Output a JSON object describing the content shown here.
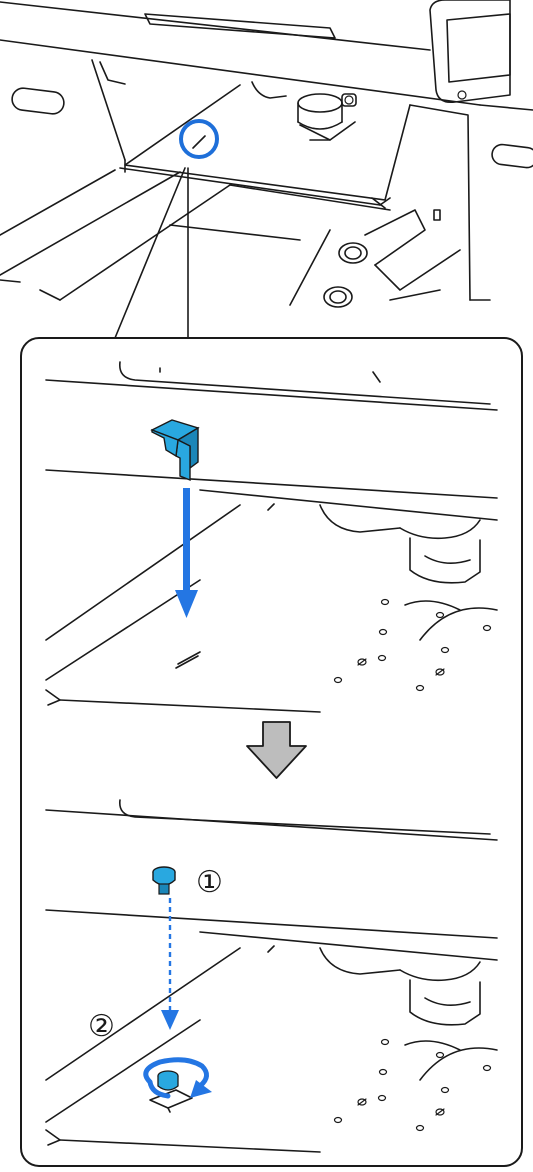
{
  "figure": {
    "callouts": [
      {
        "id": "step-1",
        "label": "①"
      },
      {
        "id": "step-2",
        "label": "②"
      }
    ],
    "colors": {
      "line": "#1a1a1a",
      "highlight": "#1e6fd9",
      "part": "#29a8e0",
      "part_shadow": "#1b86b8",
      "arrow_blue": "#2476e3",
      "transition_arrow_fill": "#bdbdbd"
    },
    "icons": [
      "magnify-circle-icon",
      "bracket-part-icon",
      "down-arrow-icon",
      "transition-arrow-icon",
      "thumbscrew-part-icon",
      "rotate-arrow-icon"
    ]
  }
}
